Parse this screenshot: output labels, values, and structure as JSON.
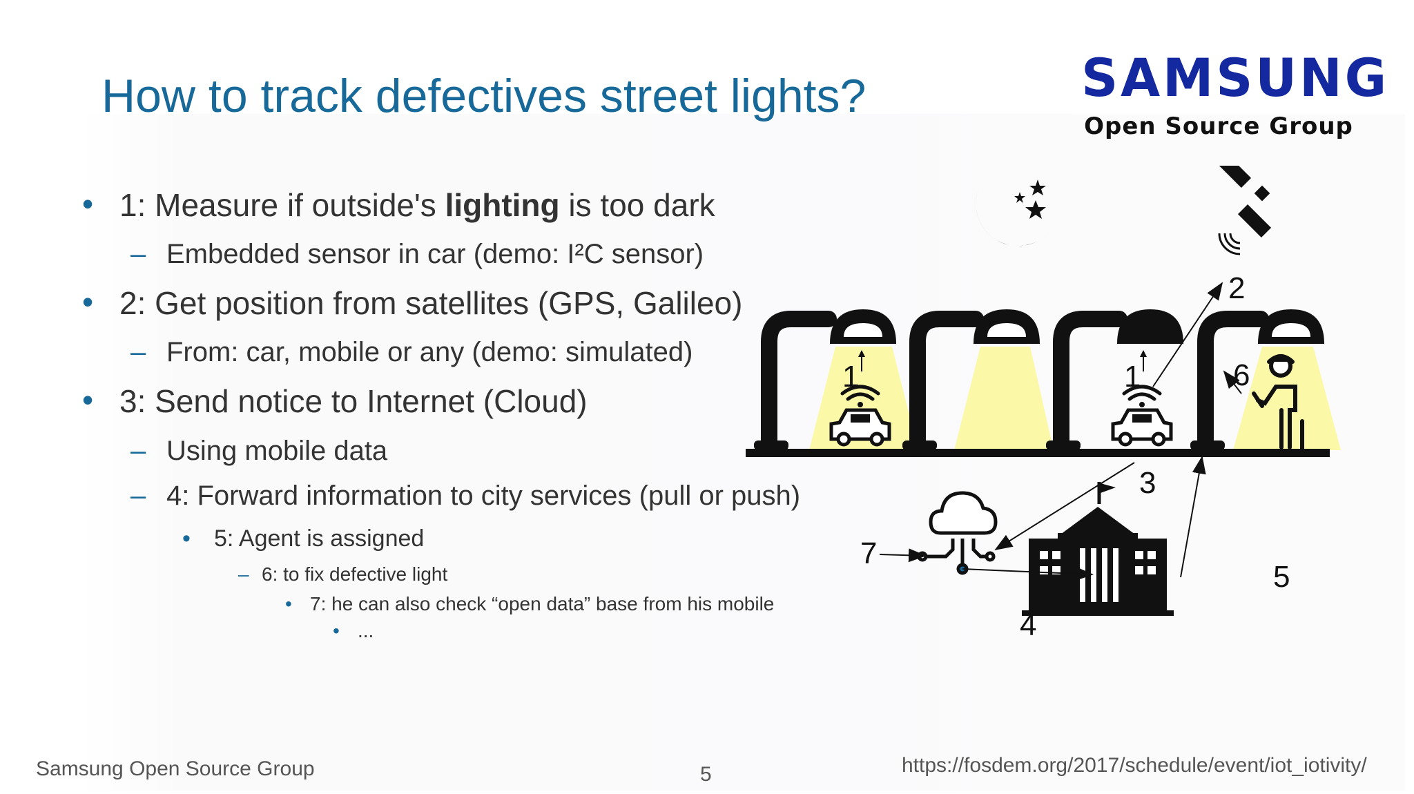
{
  "slide": {
    "title": "How to track defectives street lights?",
    "logo": {
      "brand": "SAMSUNG",
      "subtitle": "Open Source Group"
    },
    "bullets": [
      {
        "marker": "•",
        "pre": "1: Measure if outside's ",
        "bold": "lighting",
        "post": " is too dark"
      },
      {
        "marker": "–",
        "text": "Embedded sensor in car (demo: I²C sensor)"
      },
      {
        "marker": "•",
        "text": "2: Get position from satellites (GPS, Galileo)"
      },
      {
        "marker": "–",
        "text": "From: car, mobile or any (demo: simulated)"
      },
      {
        "marker": "•",
        "text": "3: Send notice to Internet (Cloud)"
      },
      {
        "marker": "–",
        "text": "Using mobile data"
      },
      {
        "marker": "–",
        "text": "4: Forward information to city services (pull or push)"
      },
      {
        "marker": "•",
        "text": "5: Agent is assigned"
      },
      {
        "marker": "–",
        "text": "6: to fix defective light"
      },
      {
        "marker": "•",
        "text": "7: he can also check “open data” base from his mobile"
      },
      {
        "marker": "•",
        "text": "..."
      }
    ],
    "diagram_labels": {
      "n1a": "1",
      "n1b": "1",
      "n2": "2",
      "n3": "3",
      "n4": "4",
      "n5": "5",
      "n6": "6",
      "n7": "7"
    },
    "diagram_icons": [
      "moon-stars-icon",
      "satellite-icon",
      "street-lamp-icon",
      "car-icon",
      "wifi-icon",
      "cloud-icon",
      "city-hall-icon",
      "technician-icon"
    ],
    "colors": {
      "title": "#17699a",
      "brand": "#1428a0",
      "light_cone": "#fbf8a8"
    }
  },
  "footer": {
    "left": "Samsung Open Source Group",
    "page": "5",
    "url": "https://fosdem.org/2017/schedule/event/iot_iotivity/"
  }
}
